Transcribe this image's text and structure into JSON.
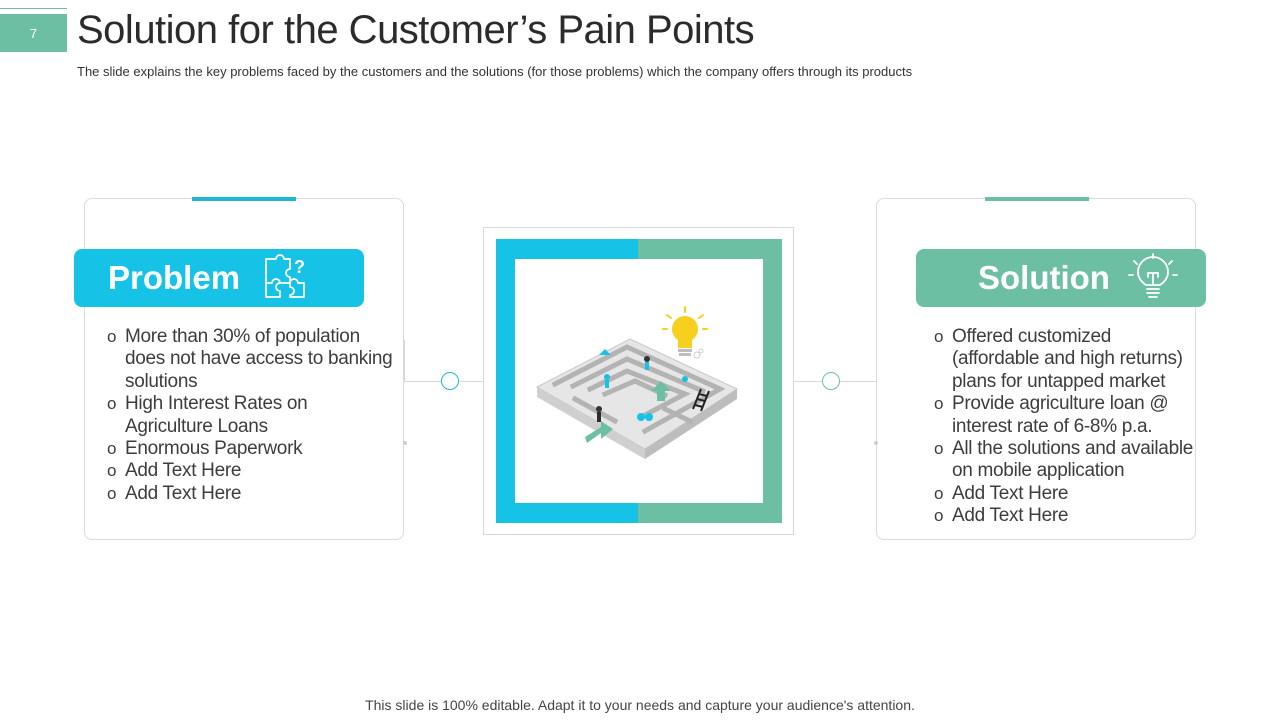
{
  "slide": {
    "number": "7",
    "title": "Solution for the Customer’s Pain Points",
    "subtitle": "The slide explains the key problems faced by the customers and the solutions (for those problems) which the company offers through its products",
    "footer": "This slide is 100% editable. Adapt it to your needs and capture your audience's attention."
  },
  "problem": {
    "label": "Problem",
    "icon": "puzzle-question-icon",
    "items": [
      "More than 30% of population does not have access to banking solutions",
      "High Interest Rates on Agriculture Loans",
      "Enormous Paperwork",
      "Add Text Here",
      "Add Text Here"
    ]
  },
  "solution": {
    "label": "Solution",
    "icon": "lightbulb-icon",
    "items": [
      "Offered customized (affordable and high returns) plans for untapped market",
      "Provide agriculture loan @ interest rate of 6-8% p.a.",
      "All the solutions and available on mobile application",
      "Add Text Here",
      "Add Text Here"
    ]
  },
  "center_image": {
    "icon": "maze-lightbulb-illustration"
  },
  "colors": {
    "blue": "#16c2e6",
    "green": "#6dbfa3",
    "yellow": "#f7cf1f"
  }
}
